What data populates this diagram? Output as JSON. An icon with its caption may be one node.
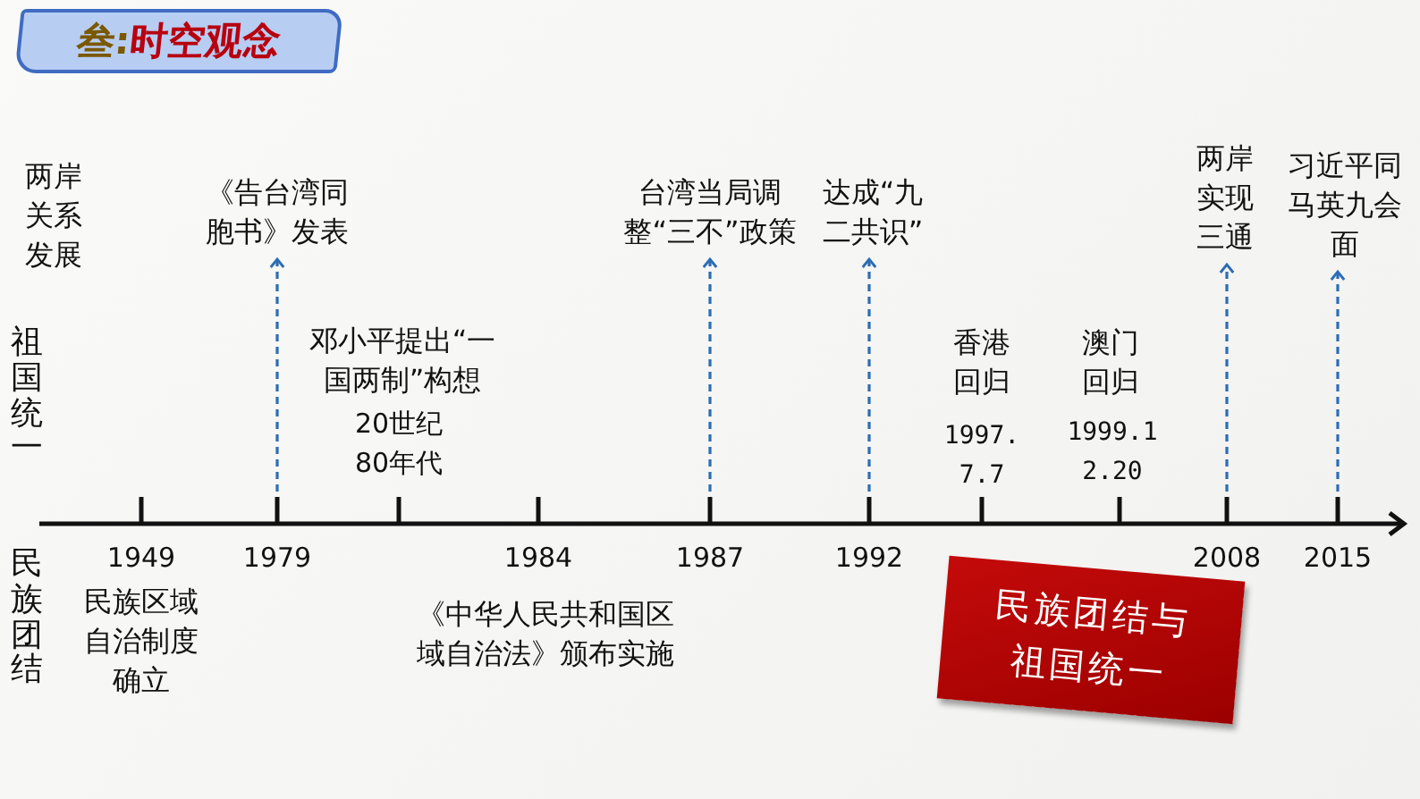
{
  "diagram": {
    "title": "叁:时空观念",
    "nodes": [
      {
        "text": [
          "《告台湾同胞书》发表"
        ]
      },
      {
        "text": [
          "台湾当局调整“三不”政策"
        ]
      },
      {
        "text": [
          "达成“九二共识”"
        ]
      },
      {
        "text": [
          "两岸实现三通"
        ]
      },
      {
        "text": [
          "习近平同马英九会面"
        ]
      },
      {
        "text": [
          "民族团结与祖国统一"
        ]
      }
    ],
    "edges": [
      {
        "from": null,
        "to": 0,
        "arrow": "to",
        "style": "dashed"
      },
      {
        "from": null,
        "to": 1,
        "arrow": "to",
        "style": "dashed"
      },
      {
        "from": null,
        "to": 2,
        "arrow": "to",
        "style": "dashed"
      },
      {
        "from": null,
        "to": 3,
        "arrow": "to",
        "style": "dashed"
      },
      {
        "from": null,
        "to": 4,
        "arrow": "to",
        "style": "dashed"
      }
    ],
    "labels": [
      "两岸关系发展",
      "祖国统一",
      "邓小平提出“一国两制”构想",
      "20世纪80年代",
      "香港回归",
      "1997.7.7",
      "澳门回归",
      "1999.12.20",
      "1949",
      "1979",
      "1984",
      "1987",
      "1992",
      "2008",
      "2015",
      "民族团结",
      "民族区域自治制度确立",
      "《中华人民共和国区域自治法》颁布实施"
    ]
  }
}
